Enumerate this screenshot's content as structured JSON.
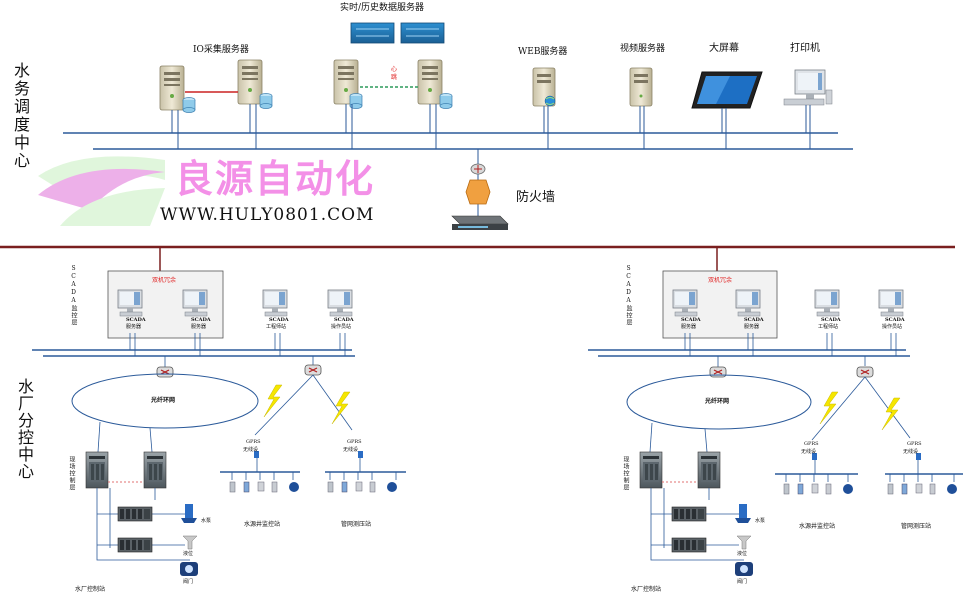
{
  "top": {
    "section_label": "水务调度中心",
    "realtime_server": "实时/历史数据服务器",
    "io_server": "IO采集服务器",
    "heartbeat": "心跳",
    "web_server": "WEB服务器",
    "video_server": "视频服务器",
    "big_screen": "大屏幕",
    "printer": "打印机",
    "firewall": "防火墙"
  },
  "watermark": {
    "brand": "良源自动化",
    "url": "WWW.HULY0801.COM"
  },
  "plants": [
    {
      "section_label": "水厂分控中心",
      "scada_layer": "SCADA监控层",
      "redundant": "双机冗余",
      "scada_server": "SCADA",
      "server_sub": "服务器",
      "eng_station": "工程师站",
      "op_station": "操作员站",
      "ring": "光纤环网",
      "field_layer": "现场控制层",
      "gprs": "GPRS",
      "wireless": "无线设",
      "pump": "水泵",
      "level": "液位",
      "valve": "阀门",
      "station_a": "水源井监控站",
      "station_b": "管网测压站",
      "plant_station": "水厂控制站"
    },
    {
      "section_label": "水厂分控中心",
      "scada_layer": "SCADA监控层",
      "redundant": "双机冗余",
      "scada_server": "SCADA",
      "server_sub": "服务器",
      "eng_station": "工程师站",
      "op_station": "操作员站",
      "ring": "光纤环网",
      "field_layer": "现场控制层",
      "gprs": "GPRS",
      "wireless": "无线设",
      "pump": "水泵",
      "level": "液位",
      "valve": "阀门",
      "station_a": "水源井监控站",
      "station_b": "管网测压站",
      "plant_station": "水厂控制站"
    }
  ],
  "colors": {
    "bus_blue": "#2b5a9a",
    "backbone": "#7a1f1f",
    "wireless": "#f5e600",
    "watermark_pink": "#f06ce0"
  }
}
